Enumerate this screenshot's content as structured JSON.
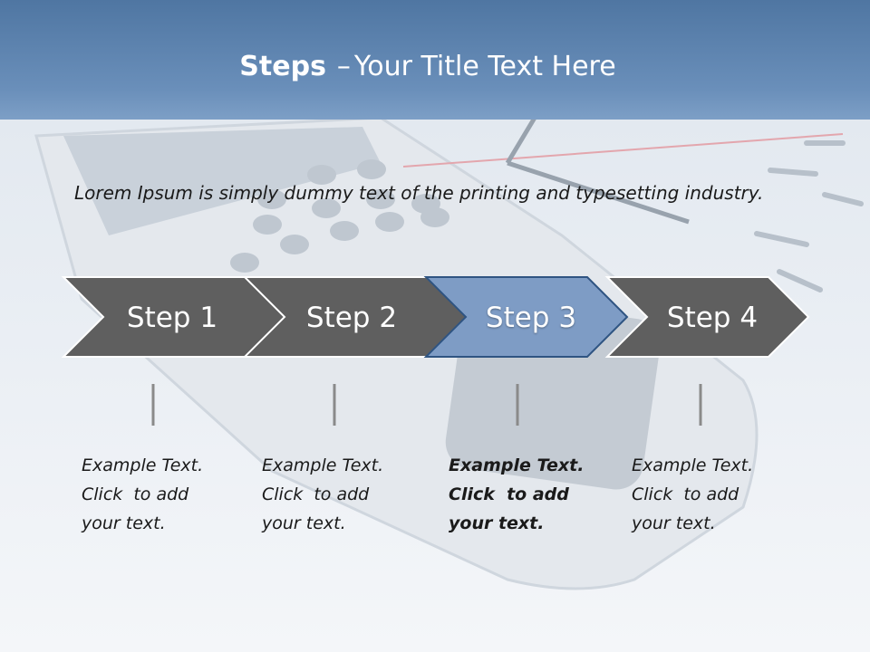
{
  "slide": {
    "title_bold": "Steps",
    "title_separator": "–",
    "title_rest": "Your Title Text Here",
    "intro": "Lorem Ipsum is simply dummy text of the printing and typesetting industry."
  },
  "steps": [
    {
      "label": "Step 1",
      "lines": [
        "Example Text.",
        "Click  to add",
        "your text."
      ],
      "active": false
    },
    {
      "label": "Step 2",
      "lines": [
        "Example Text.",
        "Click  to add",
        "your text."
      ],
      "active": false
    },
    {
      "label": "Step 3",
      "lines": [
        "Example Text.",
        "Click  to add",
        "your text."
      ],
      "active": true
    },
    {
      "label": "Step 4",
      "lines": [
        "Example Text.",
        "Click  to add",
        "your text."
      ],
      "active": false
    }
  ],
  "colors": {
    "header_band": "#5f84ad",
    "arrow_default": "#5f5f5f",
    "arrow_active": "#7e9cc5",
    "arrow_active_border": "#2f5482",
    "connector": "#8a8a8a"
  }
}
